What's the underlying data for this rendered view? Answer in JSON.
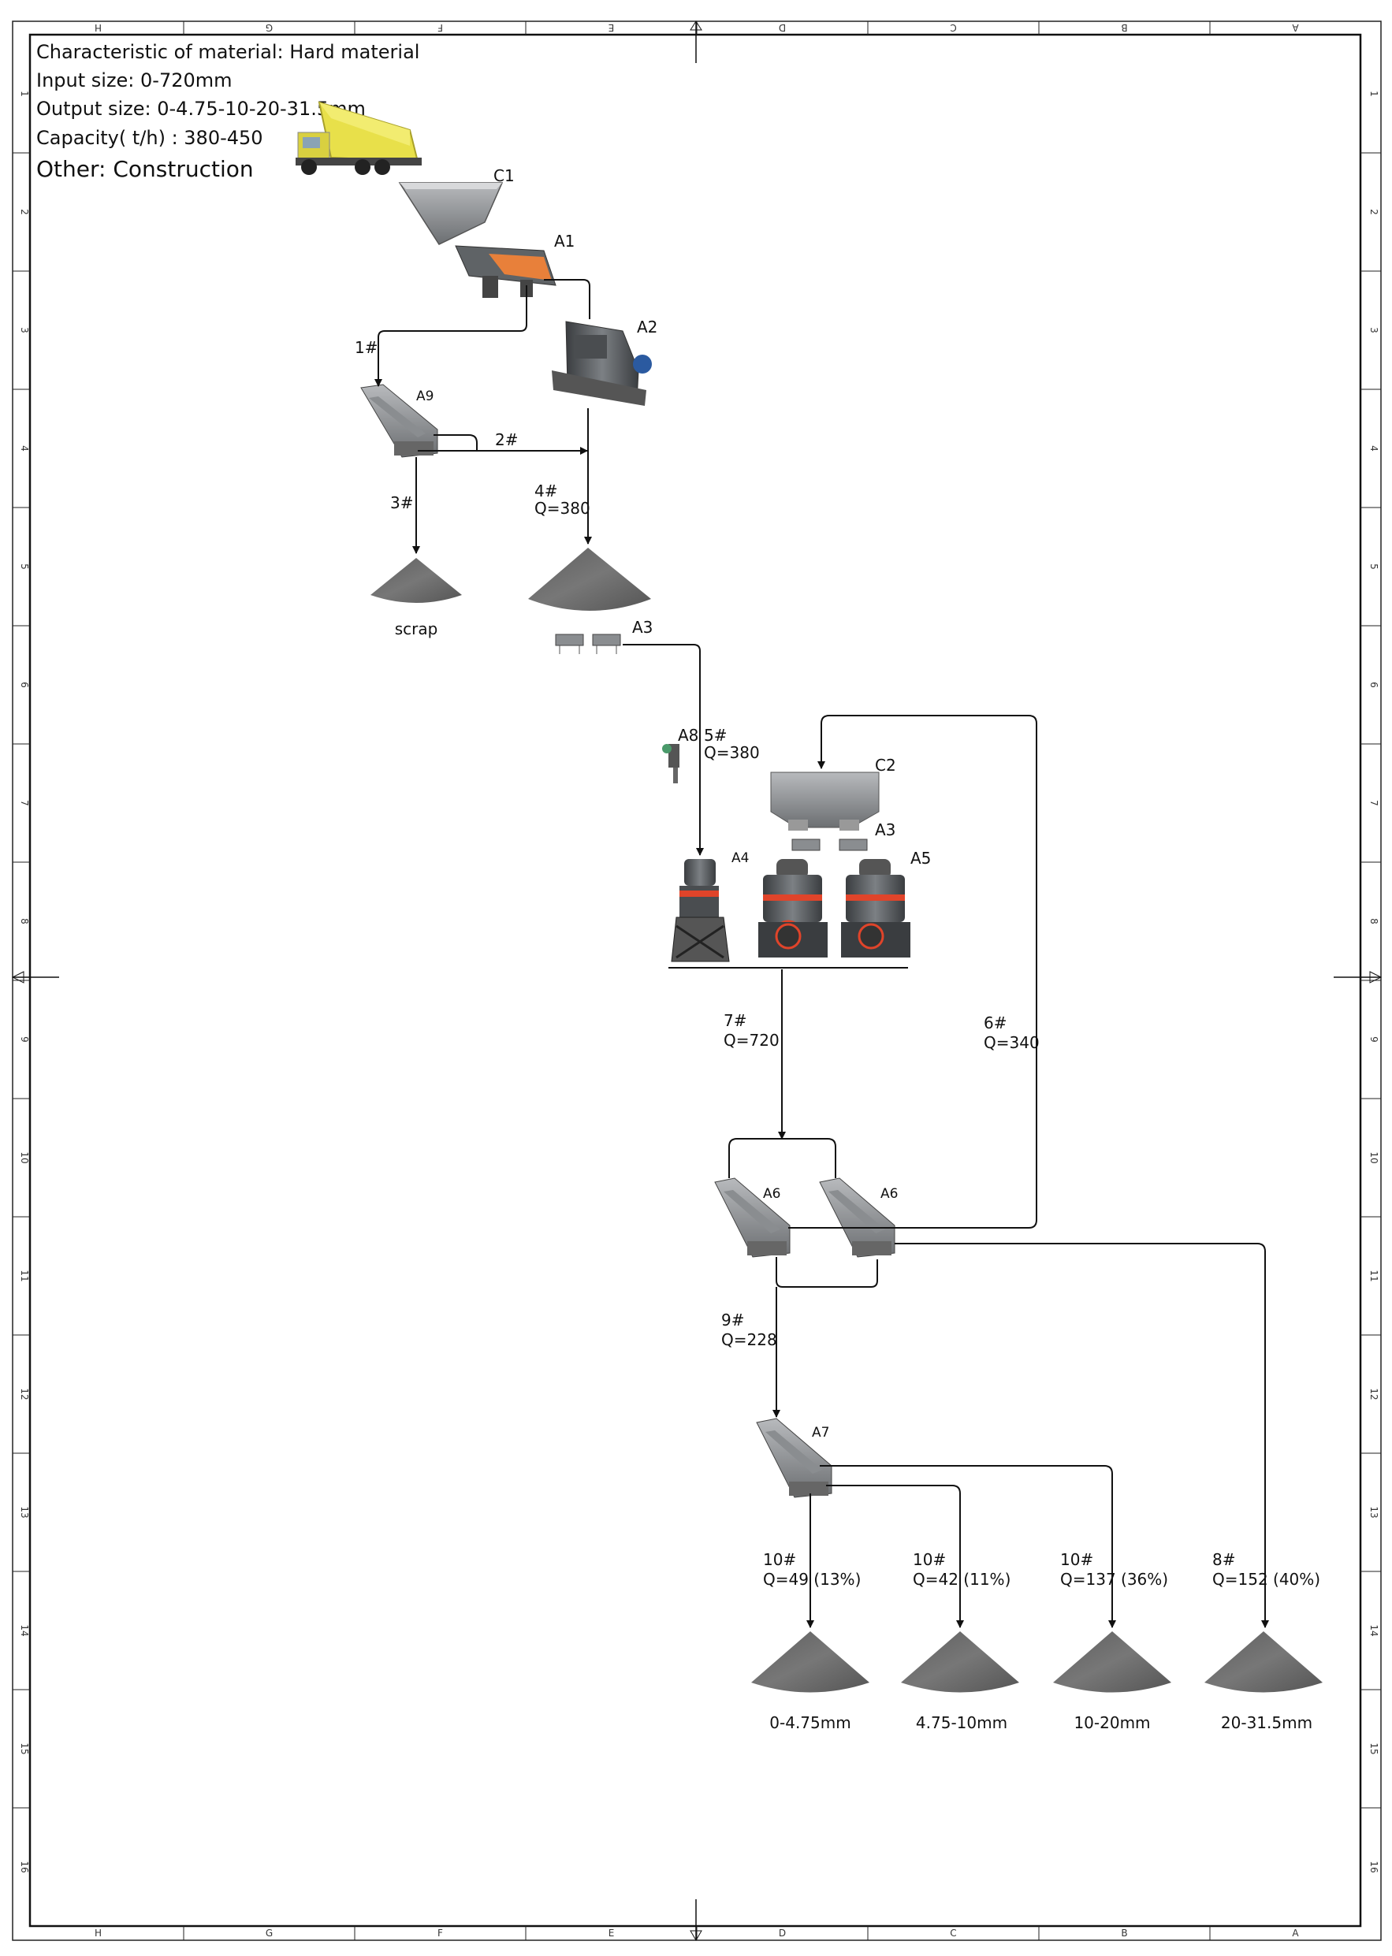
{
  "info": {
    "material": "Characteristic of material: Hard material",
    "input": "Input size: 0-720mm",
    "output": "Output size: 0-4.75-10-20-31.5mm",
    "capacity": "Capacity( t/h) : 380-450",
    "other": "Other: Construction"
  },
  "frame": {
    "cols_left_to_right": [
      "H",
      "G",
      "F",
      "E",
      "D",
      "C",
      "B",
      "A"
    ],
    "rows": [
      "1",
      "2",
      "3",
      "4",
      "5",
      "6",
      "7",
      "8",
      "9",
      "10",
      "11",
      "12",
      "13",
      "14",
      "15",
      "16"
    ]
  },
  "equipment": {
    "c1": "C1",
    "a1": "A1",
    "a2": "A2",
    "a9": "A9",
    "a3_top": "A3",
    "a8": "A8",
    "c2": "C2",
    "a3_c2": "A3",
    "a4": "A4",
    "a5": "A5",
    "a6_left": "A6",
    "a6_right": "A6",
    "a7": "A7"
  },
  "flows": {
    "f1": "1#",
    "f2": "2#",
    "f3": "3#",
    "f4": "4#",
    "f4q": "Q=380",
    "f5": "5#",
    "f5q": "Q=380",
    "f6": "6#",
    "f6q": "Q=340",
    "f7": "7#",
    "f7q": "Q=720",
    "f9": "9#",
    "f9q": "Q=228",
    "p1": "10#",
    "p1q": "Q=49 (13%)",
    "p2": "10#",
    "p2q": "Q=42 (11%)",
    "p3": "10#",
    "p3q": "Q=137 (36%)",
    "p4": "8#",
    "p4q": "Q=152 (40%)"
  },
  "piles": {
    "scrap": "scrap",
    "prod1": "0-4.75mm",
    "prod2": "4.75-10mm",
    "prod3": "10-20mm",
    "prod4": "20-31.5mm"
  },
  "colors": {
    "truck": "#e8e04a",
    "crusher_red": "#e0442a",
    "feeder_orange": "#e8803a",
    "steel": "#7a7d80",
    "pile": "#666666"
  }
}
